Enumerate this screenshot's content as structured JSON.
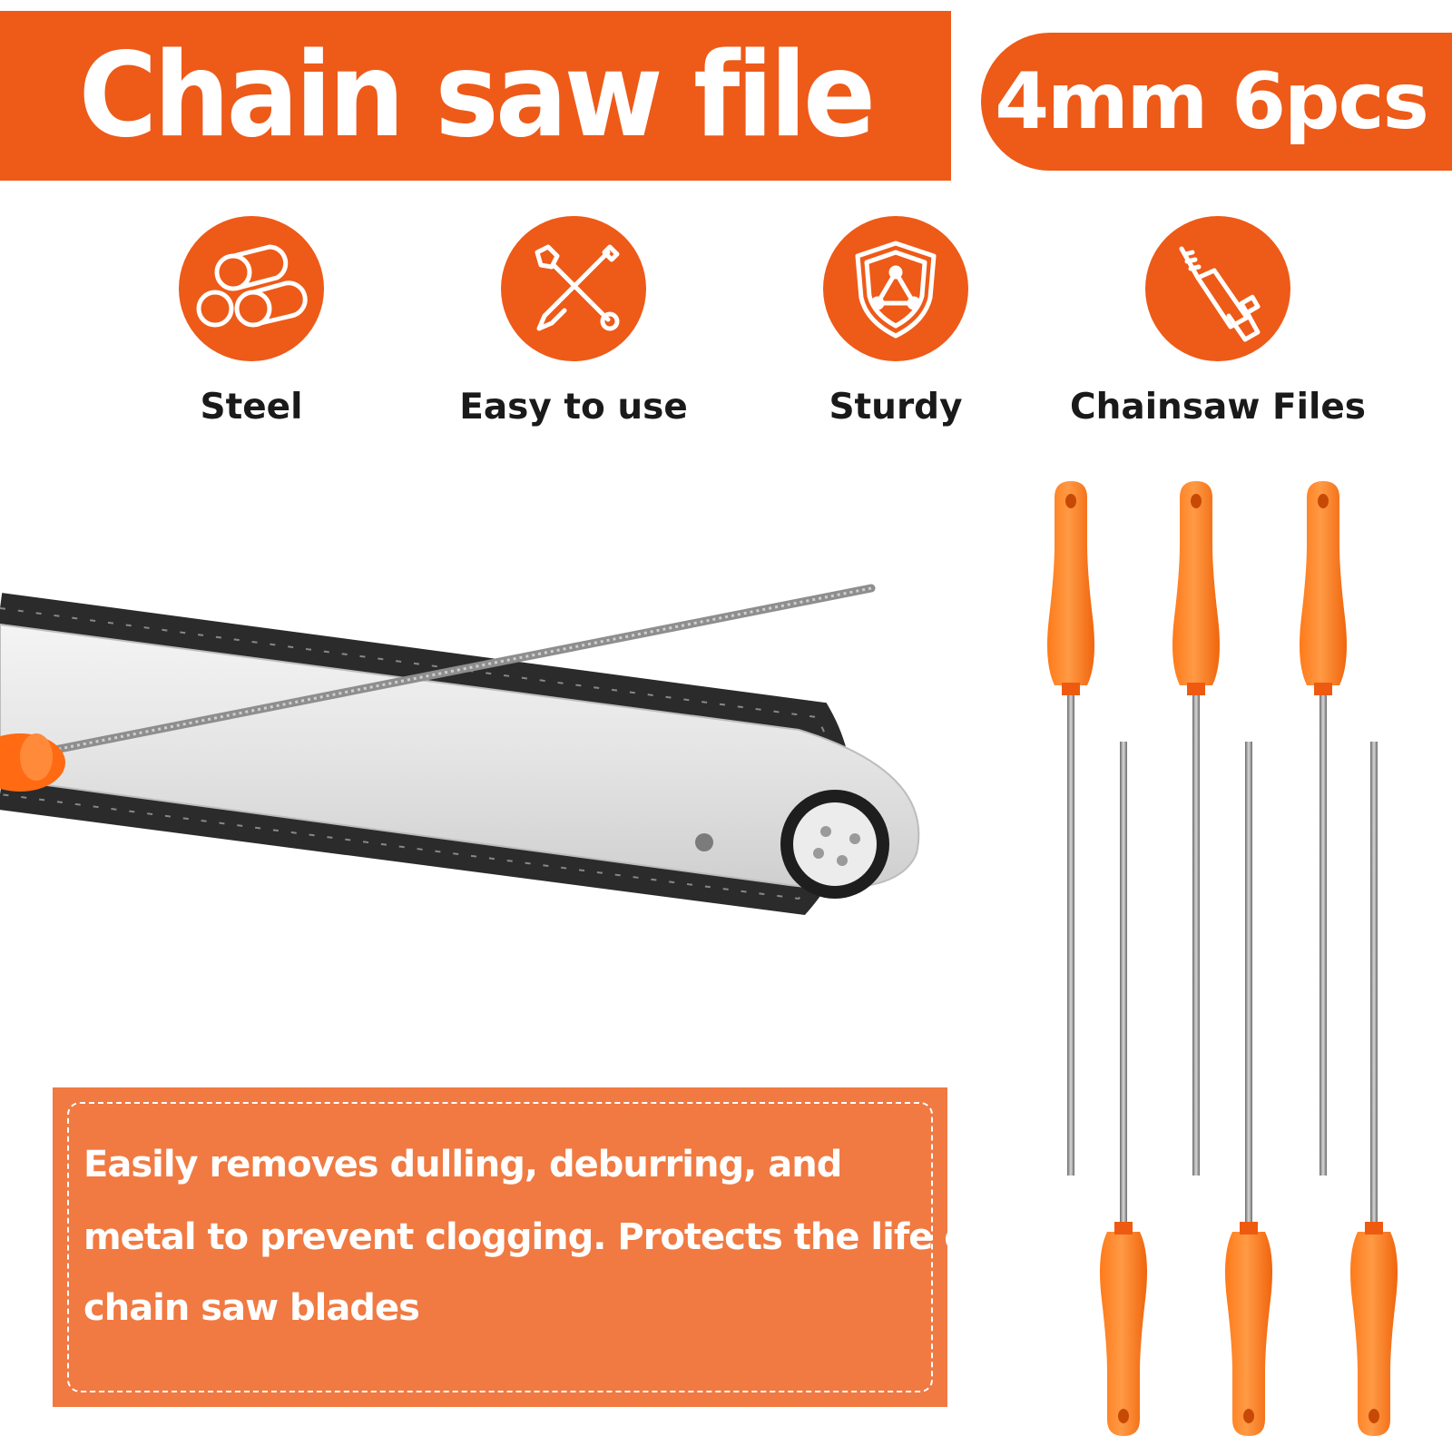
{
  "header": {
    "title": "Chain saw file",
    "spec": "4mm 6pcs"
  },
  "features": [
    {
      "label": "Steel",
      "icon": "logs-icon"
    },
    {
      "label": "Easy to use",
      "icon": "wrench-screwdriver-icon"
    },
    {
      "label": "Sturdy",
      "icon": "shield-icon"
    },
    {
      "label": "Chainsaw Files",
      "icon": "drill-icon"
    }
  ],
  "description": {
    "lines": [
      "Easily removes dulling, deburring, and",
      "metal to prevent clogging. Protects the life of",
      "chain saw blades"
    ]
  },
  "colors": {
    "accent": "#ee5a18",
    "box": "#f07a42",
    "handle": "#ff7a1a"
  }
}
